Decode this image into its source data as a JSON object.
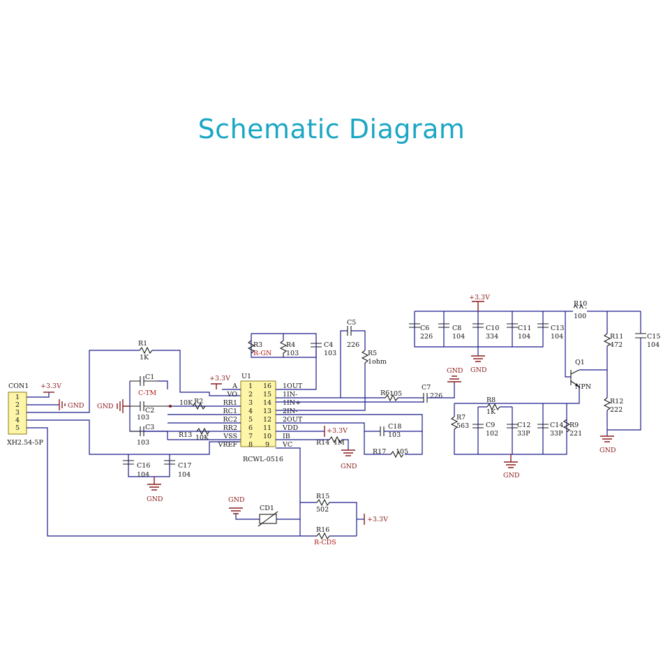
{
  "title": "Schematic Diagram",
  "colors": {
    "title": "#1ba6c4",
    "wire": "#1a1a8c",
    "chip": "#fdf6a8",
    "power": "#8a1a1a",
    "value_red": "#b01818"
  },
  "connector": {
    "ref": "CON1",
    "part": "XH2.54-5P",
    "pins": [
      "1",
      "2",
      "3",
      "4",
      "5"
    ]
  },
  "chip": {
    "ref": "U1",
    "part": "RCWL-0516",
    "left_pins": [
      {
        "num": "1",
        "name": "A"
      },
      {
        "num": "2",
        "name": "VO"
      },
      {
        "num": "3",
        "name": "RR1"
      },
      {
        "num": "4",
        "name": "RC1"
      },
      {
        "num": "5",
        "name": "RC2"
      },
      {
        "num": "6",
        "name": "RR2"
      },
      {
        "num": "7",
        "name": "VSS"
      },
      {
        "num": "8",
        "name": "VREF"
      }
    ],
    "right_pins": [
      {
        "num": "16",
        "name": "1OUT"
      },
      {
        "num": "15",
        "name": "1IN-"
      },
      {
        "num": "14",
        "name": "1IN+"
      },
      {
        "num": "13",
        "name": "2IN-"
      },
      {
        "num": "12",
        "name": "2OUT"
      },
      {
        "num": "11",
        "name": "VDD"
      },
      {
        "num": "10",
        "name": "IB"
      },
      {
        "num": "9",
        "name": "VC"
      }
    ]
  },
  "power_labels": {
    "vcc": "+3.3V",
    "gnd": "GND"
  },
  "components": {
    "R1": {
      "ref": "R1",
      "value": "1K"
    },
    "R2": {
      "ref": "R2",
      "value": "10K"
    },
    "R3": {
      "ref": "R3",
      "value": "R-GN"
    },
    "R4": {
      "ref": "R4",
      "value": "103"
    },
    "R5": {
      "ref": "R5",
      "value": "1ohm"
    },
    "R6": {
      "ref": "R6",
      "value": "105"
    },
    "R7": {
      "ref": "R7",
      "value": "563"
    },
    "R8": {
      "ref": "R8",
      "value": "1K"
    },
    "R9": {
      "ref": "R9",
      "value": "221"
    },
    "R10": {
      "ref": "R10",
      "value": "100"
    },
    "R11": {
      "ref": "R11",
      "value": "472"
    },
    "R12": {
      "ref": "R12",
      "value": "222"
    },
    "R13": {
      "ref": "R13",
      "value": "10K"
    },
    "R14": {
      "ref": "R14",
      "value": "1M"
    },
    "R15": {
      "ref": "R15",
      "value": "502"
    },
    "R16": {
      "ref": "R16",
      "value": "R-CDS"
    },
    "R17": {
      "ref": "R17",
      "value": "105"
    },
    "C1": {
      "ref": "C1",
      "value": "C-TM"
    },
    "C2": {
      "ref": "C2",
      "value": "103"
    },
    "C3": {
      "ref": "C3",
      "value": "103"
    },
    "C4": {
      "ref": "C4",
      "value": "103"
    },
    "C5": {
      "ref": "C5",
      "value": "226"
    },
    "C6": {
      "ref": "C6",
      "value": "226"
    },
    "C7": {
      "ref": "C7",
      "value": "226"
    },
    "C8": {
      "ref": "C8",
      "value": "104"
    },
    "C9": {
      "ref": "C9",
      "value": "102"
    },
    "C10": {
      "ref": "C10",
      "value": "334"
    },
    "C11": {
      "ref": "C11",
      "value": "104"
    },
    "C12": {
      "ref": "C12",
      "value": "33P"
    },
    "C13": {
      "ref": "C13",
      "value": "104"
    },
    "C14": {
      "ref": "C14",
      "value": "33P"
    },
    "C15": {
      "ref": "C15",
      "value": "104"
    },
    "C16": {
      "ref": "C16",
      "value": "104"
    },
    "C17": {
      "ref": "C17",
      "value": "104"
    },
    "C18": {
      "ref": "C18",
      "value": "103"
    },
    "CD1": {
      "ref": "CD1",
      "value": ""
    },
    "Q1": {
      "ref": "Q1",
      "value": "NPN"
    }
  }
}
